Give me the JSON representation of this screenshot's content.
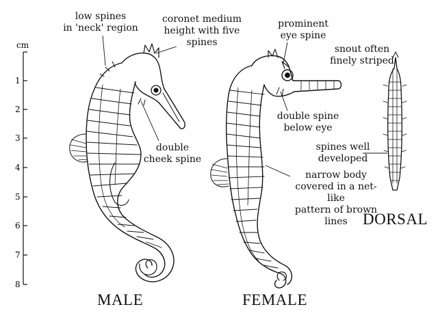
{
  "scale": {
    "unit": "cm",
    "ticks": [
      "1",
      "2",
      "3",
      "4",
      "5",
      "6",
      "7",
      "8"
    ]
  },
  "annotations": {
    "neck_spines": "low spines\nin 'neck' region",
    "coronet": "coronet medium\nheight with five\nspines",
    "cheek_spine": "double\ncheek spine",
    "eye_spine": "prominent\neye spine",
    "snout": "snout often\nfinely striped",
    "below_eye": "double spine\nbelow eye",
    "spines_developed": "spines well\ndeveloped",
    "narrow_body": "narrow body\ncovered in a net-like\npattern of brown lines"
  },
  "captions": {
    "male": "MALE",
    "female": "FEMALE",
    "dorsal": "DORSAL"
  }
}
